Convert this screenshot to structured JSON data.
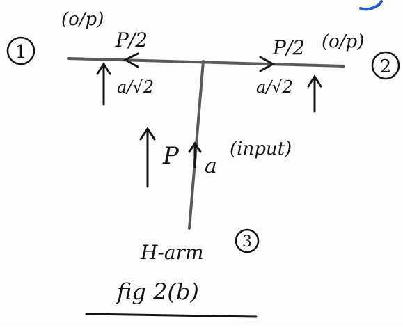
{
  "colors": {
    "ink": "#151515",
    "stroke": "#5a5a5a",
    "accent": "#1f5ed8"
  },
  "ports": {
    "port1": {
      "number": "1",
      "tag": "(o/p)",
      "wave": "P/2",
      "amplitude": "a/√2"
    },
    "port2": {
      "number": "2",
      "tag": "(o/p)",
      "wave": "P/2",
      "amplitude": "a/√2"
    },
    "port3": {
      "number": "3",
      "arm_label": "H-arm",
      "wave": "P",
      "amplitude": "a",
      "tag": "(input)"
    }
  },
  "caption": "fig 2(b)"
}
